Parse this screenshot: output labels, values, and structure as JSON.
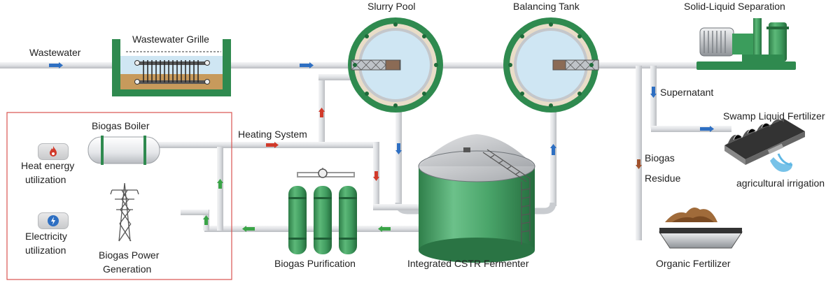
{
  "labels": {
    "wastewater": "Wastewater",
    "wastewater_grille": "Wastewater Grille",
    "slurry_pool": "Slurry Pool",
    "balancing_tank": "Balancing Tank",
    "solid_liquid_separation": "Solid-Liquid Separation",
    "supernatant": "Supernatant",
    "swamp_liquid_fertilizer": "Swamp Liquid Fertilizer",
    "agricultural_irrigation": "agricultural irrigation",
    "biogas": "Biogas",
    "residue": "Residue",
    "organic_fertilizer": "Organic Fertilizer",
    "integrated_cstr_fermenter": "Integrated CSTR Fermenter",
    "biogas_purification": "Biogas Purification",
    "heating_system": "Heating System",
    "biogas_boiler": "Biogas Boiler",
    "heat_energy_utilization_1": "Heat energy",
    "heat_energy_utilization_2": "utilization",
    "electricity_utilization_1": "Electricity",
    "electricity_utilization_2": "utilization",
    "biogas_power_generation_1": "Biogas Power",
    "biogas_power_generation_2": "Generation"
  },
  "icons": {
    "heat": "flame-icon",
    "electricity": "lightning-icon",
    "flow_water": "blue-arrow-icon",
    "flow_heat": "red-arrow-icon",
    "flow_gas": "green-arrow-icon"
  },
  "colors": {
    "water_flow": "#2e6fc2",
    "heat_flow": "#d13a2a",
    "gas_flow": "#3aa447",
    "tank_green": "#2f8a4f",
    "frame_red": "#d9534f",
    "pipe": "#c9ccd0"
  }
}
